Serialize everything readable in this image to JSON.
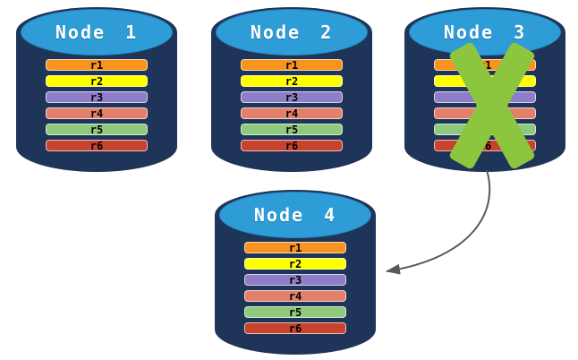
{
  "canvas": {
    "background": "#ffffff"
  },
  "colors": {
    "cylinder_body": "#1f3459",
    "cylinder_top": "#2e9cd6",
    "node_title_text": "#ffffff",
    "replica_label_text": "#000000",
    "replicas": {
      "r1": "#f7941d",
      "r2": "#ffff00",
      "r3": "#8f7ec7",
      "r4": "#e2806b",
      "r5": "#8ec97e",
      "r6": "#c8432e"
    },
    "x_mark": "#8cc63e",
    "arrow": "#595959"
  },
  "nodes": [
    {
      "label": "Node 1",
      "replicas": [
        "r1",
        "r2",
        "r3",
        "r4",
        "r5",
        "r6"
      ],
      "failed": false
    },
    {
      "label": "Node 2",
      "replicas": [
        "r1",
        "r2",
        "r3",
        "r4",
        "r5",
        "r6"
      ],
      "failed": false
    },
    {
      "label": "Node 3",
      "replicas": [
        "r1",
        "r2",
        "r3",
        "r4",
        "r5",
        "r6"
      ],
      "failed": true
    },
    {
      "label": "Node 4",
      "replicas": [
        "r1",
        "r2",
        "r3",
        "r4",
        "r5",
        "r6"
      ],
      "failed": false
    }
  ],
  "arrow": {
    "from": "Node 3",
    "to": "Node 4",
    "style": "curved"
  }
}
